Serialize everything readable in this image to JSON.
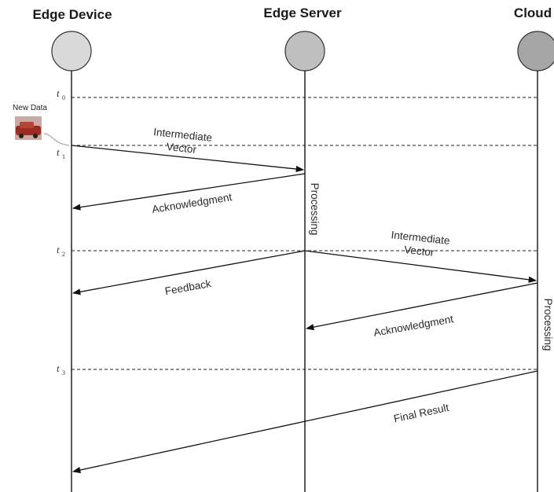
{
  "participants": {
    "edge_device": "Edge Device",
    "edge_server": "Edge Server",
    "cloud": "Cloud"
  },
  "times": {
    "t0": "0",
    "t1": "1",
    "t2": "2",
    "t3": "3",
    "symbol": "t"
  },
  "new_data": "New Data",
  "messages": {
    "intermediate1_line1": "Intermediate",
    "intermediate1_line2": "Vector",
    "ack1": "Acknowledgment",
    "intermediate2_line1": "Intermediate",
    "intermediate2_line2": "Vector",
    "feedback": "Feedback",
    "ack2": "Acknowledgment",
    "final_result": "Final Result"
  },
  "processing": {
    "server": "Processing",
    "cloud": "Processing"
  },
  "colors": {
    "device_circle": "#d9d9d9",
    "server_circle": "#bfbfbf",
    "cloud_circle": "#a6a6a6"
  }
}
